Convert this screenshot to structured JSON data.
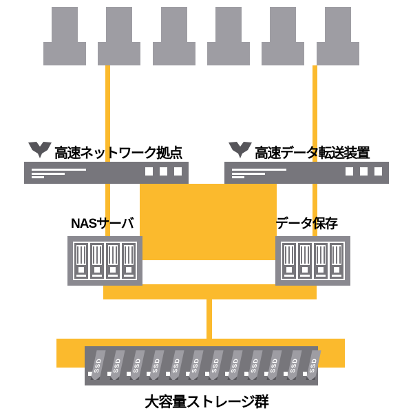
{
  "colors": {
    "yellow": "#FBBA2D",
    "client_gray": "#9E9DA3",
    "chassis_gray": "#77767C",
    "rack_gray": "#77767B",
    "nas_frame_gray": "#8A8990",
    "icon_dark_gray": "#56555A",
    "label_black": "#000000",
    "detail_white": "#FFFFFF"
  },
  "clients": {
    "count": 6
  },
  "switch_left": {
    "icon": "wing-icon",
    "label": "高速ネットワーク拠点"
  },
  "switch_right": {
    "icon": "wing-icon",
    "label": "高速データ転送装置"
  },
  "nas_left": {
    "label": "NASサーバ",
    "bays": 4
  },
  "nas_right": {
    "label": "データ保存",
    "bays": 4
  },
  "storage_cluster": {
    "label": "大容量ストレージ群",
    "blade_count": 12,
    "blade_text": "SSD"
  }
}
